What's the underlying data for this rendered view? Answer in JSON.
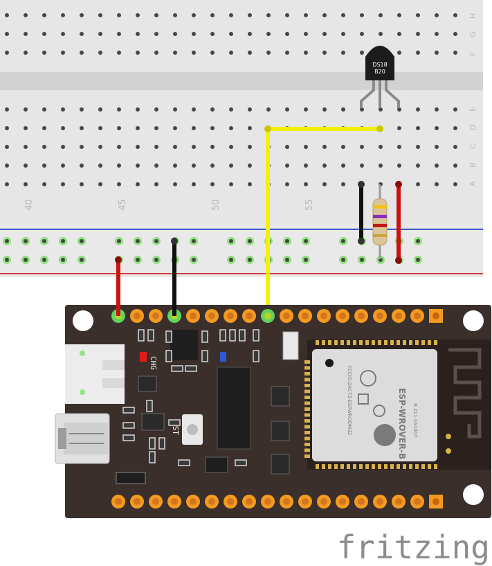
{
  "breadboard": {
    "upper_rows": [
      "H",
      "G",
      "F"
    ],
    "lower_rows": [
      "E",
      "D",
      "C",
      "B",
      "A"
    ],
    "column_numbers": [
      "40",
      "45",
      "50",
      "55"
    ]
  },
  "sensor": {
    "label_line1": "DS18",
    "label_line2": "B20"
  },
  "board": {
    "chg_label": "CHG",
    "rst_label": "RST",
    "module_name": "ESP-WROVER-B",
    "fcc_id": "FCCID:2AC7Z-ESPWROOM32",
    "ic_id": "R 211-161007"
  },
  "colors": {
    "breadboard": "#e3e3e3",
    "rail_blue": "#3a57c9",
    "rail_red": "#d33b3b",
    "wire_yellow": "#f3f00a",
    "wire_red": "#cc1111",
    "wire_black": "#111111",
    "board": "#3b2f2c",
    "pin_orange": "#f29a22",
    "pin_highlight": "#62d45d",
    "module": "#dcdcdc"
  },
  "brand": {
    "logo_text": "fritzing"
  }
}
